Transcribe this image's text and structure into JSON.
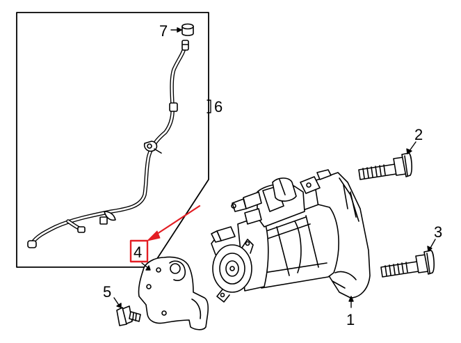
{
  "diagram": {
    "callouts": [
      {
        "id": "1",
        "text": "1"
      },
      {
        "id": "2",
        "text": "2"
      },
      {
        "id": "3",
        "text": "3"
      },
      {
        "id": "4",
        "text": "4"
      },
      {
        "id": "5",
        "text": "5"
      },
      {
        "id": "6",
        "text": "6"
      },
      {
        "id": "7",
        "text": "7"
      }
    ],
    "highlighted_callout": "4",
    "colors": {
      "line": "#000000",
      "highlight": "#e31e24",
      "background": "#ffffff"
    }
  }
}
